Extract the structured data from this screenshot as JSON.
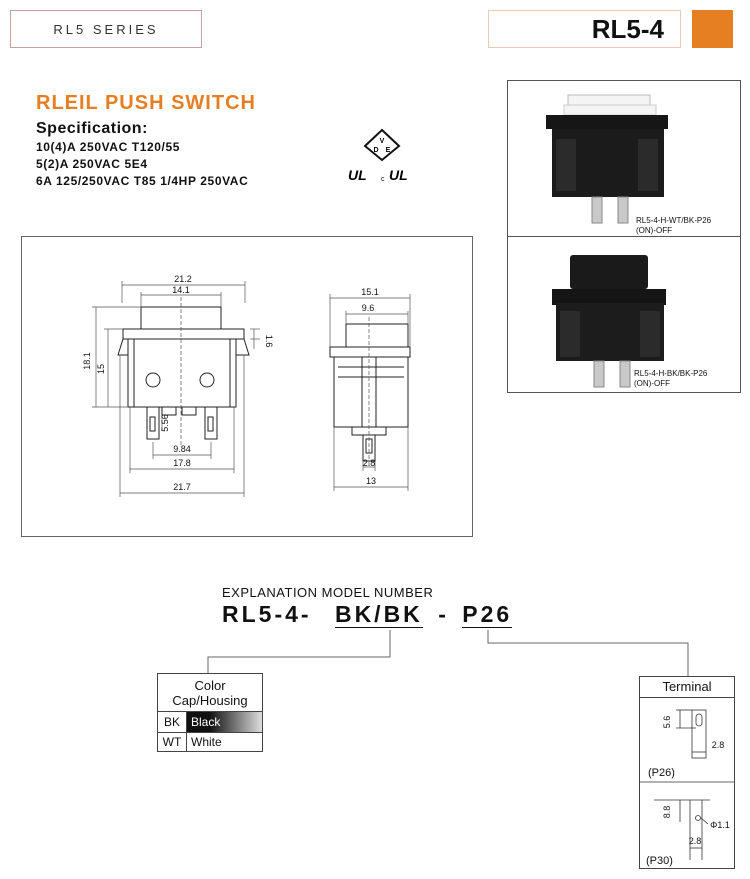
{
  "header": {
    "series": "RL5 SERIES",
    "model": "RL5-4",
    "accent": "#e67e22"
  },
  "title": "RLEIL PUSH SWITCH",
  "spec": {
    "heading": "Specification:",
    "lines": [
      "10(4)A 250VAC T120/55",
      "5(2)A 250VAC 5E4",
      "6A 125/250VAC T85 1/4HP 250VAC"
    ]
  },
  "certs": {
    "vde": "VDE",
    "ul": "UL",
    "cul": "c UL"
  },
  "drawing": {
    "front": {
      "d1": "21.2",
      "d2": "14.1",
      "d3": "18.1",
      "d4": "15",
      "d5": "1.6",
      "d6": "5.56",
      "d7": "9.84",
      "d8": "17.8",
      "d9": "21.7"
    },
    "side": {
      "d1": "15.1",
      "d2": "9.6",
      "d3": "2.8",
      "d4": "13"
    }
  },
  "photos": [
    {
      "label": "RL5-4-H-WT/BK-P26",
      "state": "(ON)-OFF",
      "cap_color": "#f4f4f4"
    },
    {
      "label": "RL5-4-H-BK/BK-P26",
      "state": "(ON)-OFF",
      "cap_color": "#1a1a1a"
    }
  ],
  "explanation": {
    "title": "EXPLANATION MODEL NUMBER",
    "prefix": "RL5-4-",
    "color_code": "BK/BK",
    "dash": "-",
    "terminal_code": "P26"
  },
  "color_table": {
    "header_line1": "Color",
    "header_line2": "Cap/Housing",
    "rows": [
      {
        "code": "BK",
        "name": "Black"
      },
      {
        "code": "WT",
        "name": "White"
      }
    ]
  },
  "terminal": {
    "header": "Terminal",
    "p26": {
      "label": "(P26)",
      "d1": "5.6",
      "d2": "2.8"
    },
    "p30": {
      "label": "(P30)",
      "d1": "8.8",
      "d2": "2.8",
      "d3": "Φ1.1"
    }
  }
}
